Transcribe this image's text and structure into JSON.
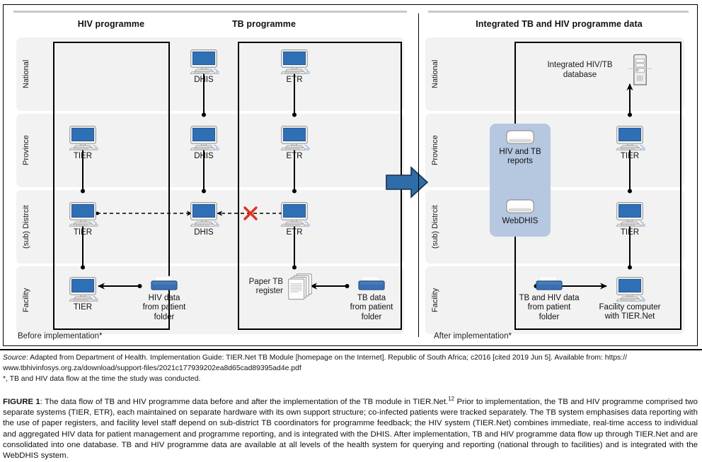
{
  "figure": {
    "panels": {
      "before": {
        "title_hiv": "HIV programme",
        "title_tb": "TB programme",
        "caption": "Before implementation*"
      },
      "after": {
        "title": "Integrated TB and HIV programme data",
        "caption": "After implementation*"
      }
    },
    "levels": [
      {
        "id": "national",
        "label": "National"
      },
      {
        "id": "province",
        "label": "Province"
      },
      {
        "id": "district",
        "label": "(sub) Distrcit"
      },
      {
        "id": "facility",
        "label": "Facility"
      }
    ],
    "levels_right": [
      {
        "id": "national",
        "label": "National"
      },
      {
        "id": "province",
        "label": "Province"
      },
      {
        "id": "district",
        "label": "(sub) Distrcit"
      },
      {
        "id": "facility",
        "label": "Facility"
      }
    ],
    "nodes_before": {
      "hiv_province_tier": "TIER",
      "hiv_district_tier": "TIER",
      "hiv_facility_tier": "TIER",
      "hiv_data_folder": "HIV data\nfrom patient\nfolder",
      "dhis_national": "DHIS",
      "dhis_province": "DHIS",
      "dhis_district": "DHIS",
      "etr_national": "ETR",
      "etr_province": "ETR",
      "etr_district": "ETR",
      "paper_register": "Paper TB\nregister",
      "tb_data_folder": "TB data\nfrom patient\nfolder"
    },
    "nodes_after": {
      "integrated_db": "Integrated HIV/TB\ndatabase",
      "hiv_tb_reports": "HIV and TB\nreports",
      "webdhis": "WebDHIS",
      "tier_province": "TIER",
      "tier_district": "TIER",
      "facility_computer": "Facility computer\nwith TIER.Net",
      "tb_hiv_data_folder": "TB and HIV data\nfrom patient\nfolder"
    },
    "broken_link_marker": "x-mark-red"
  },
  "source": {
    "label": "Source",
    "line1": ": Adapted from Department of Health. Implementation Guide: TIER.Net TB Module [homepage on the Internet]. Republic of South Africa; c2016 [cited 2019 Jun 5]. Available from: https://",
    "line2": "www.tbhivinfosys.org.za/download/support-files/2021c177939202ea8d65cad89395ad4e.pdf",
    "footnote": "*, TB and HIV data flow at the time the study was conducted."
  },
  "caption": {
    "figure_number": "FIGURE 1",
    "text_part1": ": The data flow of TB and HIV programme data before and after the implementation of the TB module in TIER.Net.",
    "reference": "12",
    "text_part2": " Prior to implementation, the TB and HIV programme comprised two separate systems (TIER, ETR), each maintained on separate hardware with its own support structure; co-infected patients were tracked separately. The TB system emphasises data reporting with the use of paper registers, and facility level staff depend on sub-district TB coordinators for programme feedback; the HIV system (TIER.Net) combines immediate, real-time access to individual and aggregated HIV data for patient management and programme reporting, and is integrated with the DHIS. After implementation, TB and HIV programme data flow up through TIER.Net and are consolidated into one database. TB and HIV programme data are available at all levels of the health system for querying and reporting (national through to facilities) and is integrated with the WebDHIS system."
  },
  "colors": {
    "screen_blue": "#2f6fb5",
    "folder_blue": "#3a6fb0",
    "x_red": "#e03020",
    "panel_blue": "#b6c7e0",
    "band_grey": "#f2f2f2",
    "arrow_blue": "#2e6da8"
  }
}
